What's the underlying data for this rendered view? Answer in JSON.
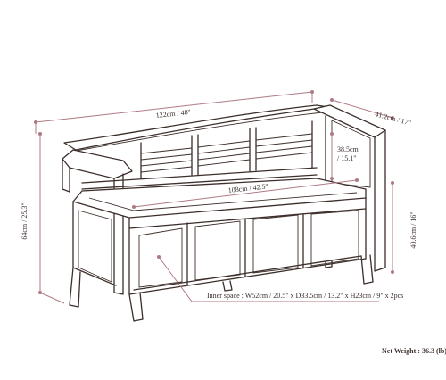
{
  "dimensions": {
    "width": "122cm / 48\"",
    "depth": "41.2cm / 17\"",
    "overall_height": "64cm / 25.3\"",
    "arm_height": "38.5cm / 15.1\"",
    "seat_width": "108cm / 42.5\"",
    "seat_height": "40.6cm / 16\""
  },
  "inner_space": "Inner space : W52cm / 20.5\" x D33.5cm / 13.2\" x H23cm / 9\" x 2pcs",
  "net_weight_label": "Net Weight : 36.3 (lb)",
  "colors": {
    "line": "#3c2e2a",
    "dimension": "#b07a84"
  }
}
